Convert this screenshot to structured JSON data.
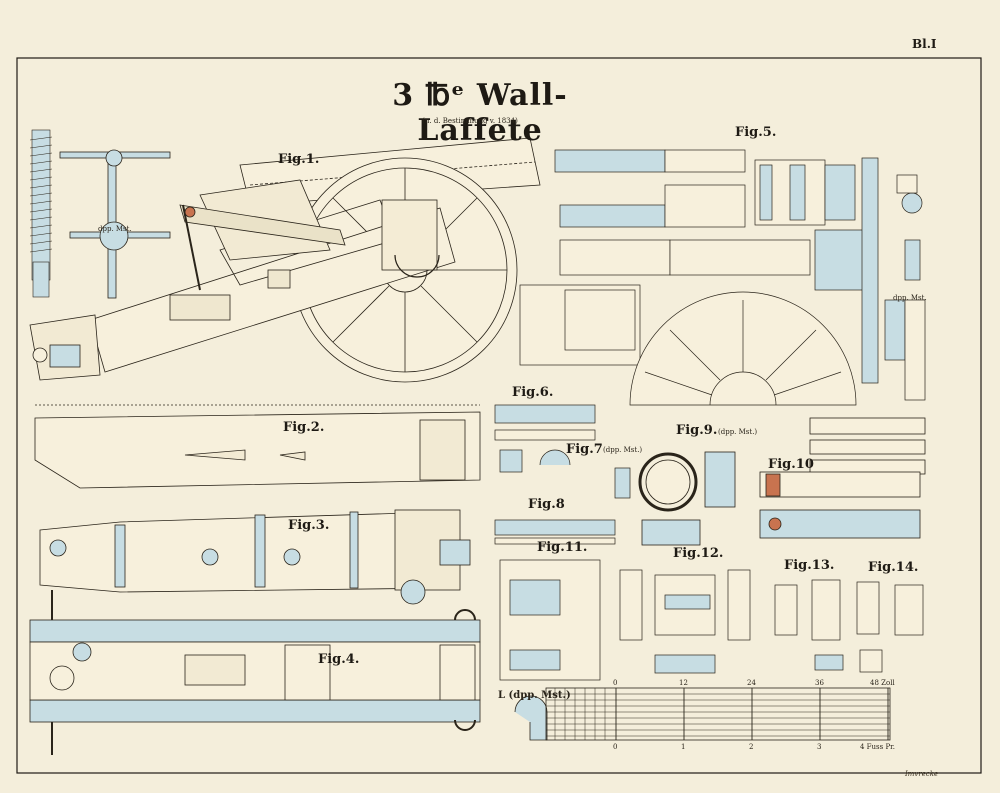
{
  "title": "3 ℔ᵉ Wall-Laffete",
  "subtitle": "(n. d. Bestimmung v. 1834)",
  "plate_number": "Bl.I",
  "engraver": "Imvrecke",
  "figures": {
    "fig1": "Fig.1.",
    "fig2": "Fig.2.",
    "fig3": "Fig.3.",
    "fig4": "Fig.4.",
    "fig5": "Fig.5.",
    "fig6": "Fig.6.",
    "fig7": "Fig.7",
    "fig8": "Fig.8",
    "fig9": "Fig.9.",
    "fig10": "Fig.10",
    "fig11": "Fig.11.",
    "fig12": "Fig.12.",
    "fig13": "Fig.13.",
    "fig14": "Fig.14."
  },
  "notes": {
    "fig7_note": "(dpp. Mst.)",
    "fig9_note": "(dpp. Mst.)",
    "L_note": "L (dpp. Mst.)",
    "F_note": "dpp. Mst.",
    "V_note": "dpp. Mst."
  },
  "scale": {
    "top_ticks": [
      "0",
      "12",
      "24",
      "36",
      "48 Zoll"
    ],
    "bottom_ticks": [
      "0",
      "1",
      "2",
      "3",
      "4 Fuss Pr."
    ]
  },
  "colors": {
    "paper": "#f4eedb",
    "ink": "#1e1a14",
    "iron": "#c7dde3",
    "wood": "#f7f0dc",
    "copper": "#c8734f"
  }
}
